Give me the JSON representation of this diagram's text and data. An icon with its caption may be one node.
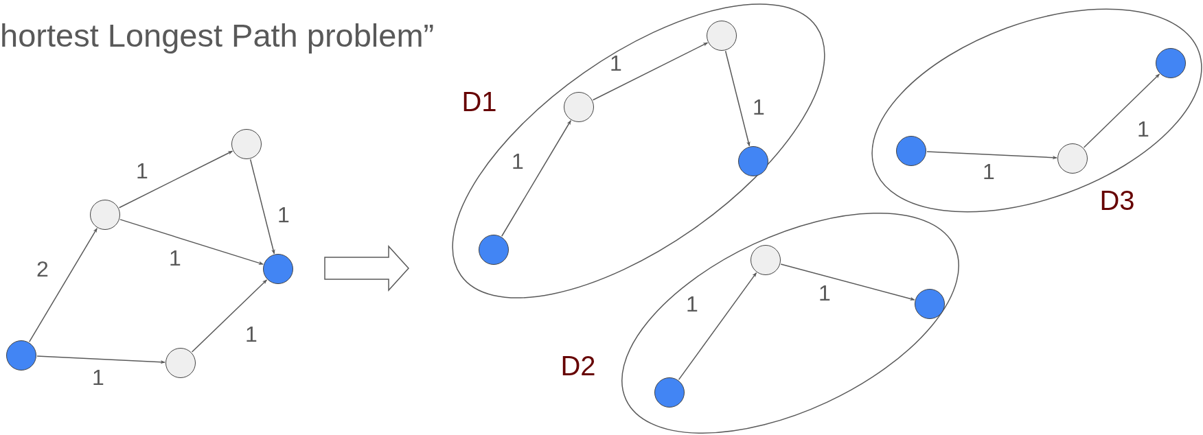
{
  "diagram": {
    "title": "hortest Longest Path problem”",
    "nodes": [
      {
        "text": [],
        "shape": "circle"
      },
      {
        "text": [],
        "shape": "circle"
      },
      {
        "text": [],
        "shape": "circle"
      },
      {
        "text": [],
        "shape": "circle"
      },
      {
        "text": [],
        "shape": "circle"
      },
      {
        "text": [
          "D1"
        ]
      },
      {
        "text": [],
        "shape": "circle",
        "in": 5
      },
      {
        "text": [],
        "shape": "circle",
        "in": 5
      },
      {
        "text": [],
        "shape": "circle",
        "in": 5
      },
      {
        "text": [],
        "shape": "circle",
        "in": 5
      },
      {
        "text": [
          "D3"
        ]
      },
      {
        "text": [],
        "shape": "circle",
        "in": 10
      },
      {
        "text": [],
        "shape": "circle",
        "in": 10
      },
      {
        "text": [],
        "shape": "circle",
        "in": 10
      },
      {
        "text": [
          "D2"
        ]
      },
      {
        "text": [],
        "shape": "circle",
        "in": 14
      },
      {
        "text": [],
        "shape": "circle",
        "in": 14
      },
      {
        "text": [],
        "shape": "circle",
        "in": 14
      }
    ],
    "edges": [
      {
        "from": 0,
        "to": 1,
        "arrow": "to",
        "label": "2"
      },
      {
        "from": 1,
        "to": 2,
        "arrow": "to",
        "label": "1"
      },
      {
        "from": 2,
        "to": 3,
        "arrow": "to",
        "label": "1"
      },
      {
        "from": 1,
        "to": 3,
        "arrow": "to",
        "label": "1"
      },
      {
        "from": 0,
        "to": 4,
        "arrow": "to",
        "label": "1"
      },
      {
        "from": 4,
        "to": 3,
        "arrow": "to",
        "label": "1"
      },
      {
        "from": 6,
        "to": 7,
        "arrow": "to",
        "label": "1"
      },
      {
        "from": 7,
        "to": 8,
        "arrow": "to",
        "label": "1"
      },
      {
        "from": 8,
        "to": 9,
        "arrow": "to",
        "label": "1"
      },
      {
        "from": 11,
        "to": 12,
        "arrow": "to",
        "label": "1"
      },
      {
        "from": 12,
        "to": 13,
        "arrow": "to",
        "label": "1"
      },
      {
        "from": 15,
        "to": 16,
        "arrow": "to",
        "label": "1"
      },
      {
        "from": 16,
        "to": 17,
        "arrow": "to",
        "label": "1"
      }
    ]
  }
}
